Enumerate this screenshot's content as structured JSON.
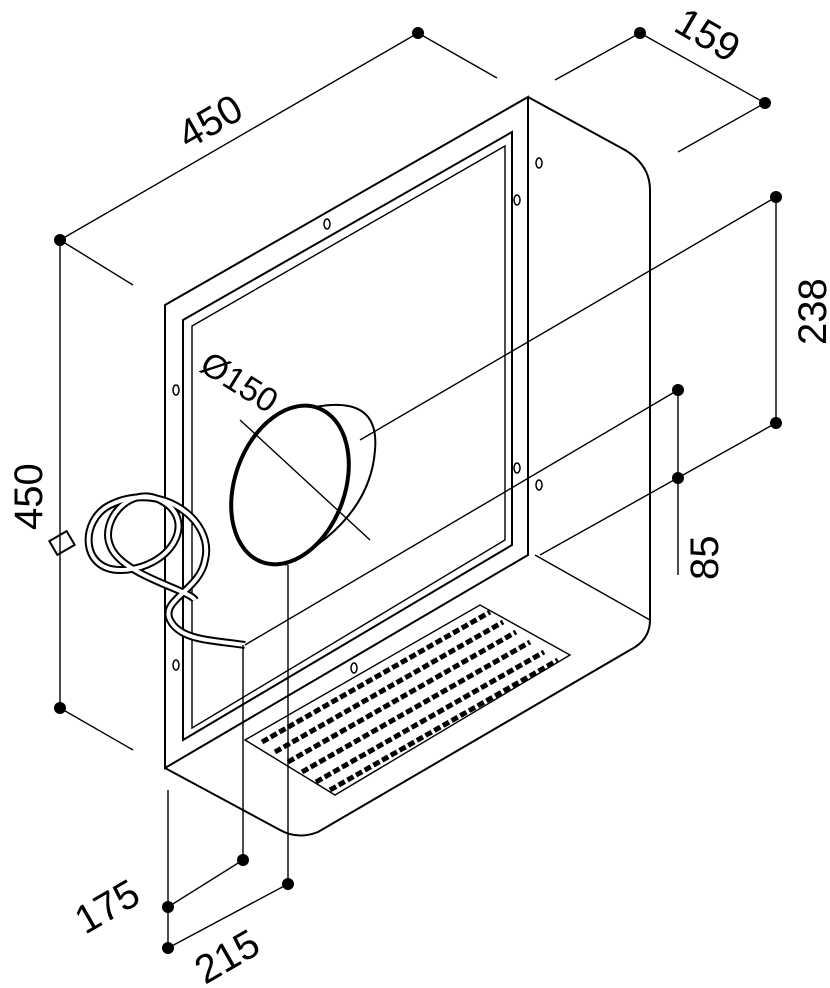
{
  "drawing": {
    "dimensions": {
      "width_top": "450",
      "depth": "159",
      "height": "450",
      "duct_height": "238",
      "duct_diameter": "Ø150",
      "cable_height": "85",
      "cable_offset": "175",
      "duct_offset": "215"
    }
  }
}
